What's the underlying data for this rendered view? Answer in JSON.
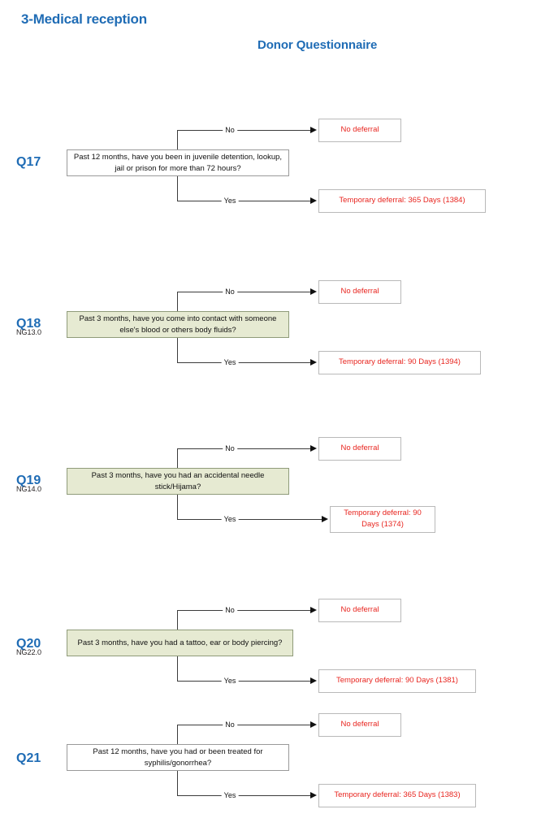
{
  "header": {
    "section_title": "3-Medical reception",
    "document_title": "Donor Questionnaire"
  },
  "edge_labels": {
    "no": "No",
    "yes": "Yes"
  },
  "colors": {
    "title_blue": "#1f6cb5",
    "deferral_red": "#e8251f",
    "question_green": "#e6ead2",
    "connector": "#3b3b3b"
  },
  "questions": [
    {
      "id": "Q17",
      "code": "",
      "text": "Past 12 months, have you been in juvenile detention, lookup, jail or prison for more than 72 hours?",
      "highlighted": false,
      "no_outcome": "No deferral",
      "yes_outcome": "Temporary deferral: 365 Days (1384)"
    },
    {
      "id": "Q18",
      "code": "NG13.0",
      "text": "Past 3 months, have you come into contact with someone else's blood or others body fluids?",
      "highlighted": true,
      "no_outcome": "No deferral",
      "yes_outcome": "Temporary deferral: 90 Days (1394)"
    },
    {
      "id": "Q19",
      "code": "NG14.0",
      "text": "Past 3 months, have you had an accidental needle stick/Hijama?",
      "highlighted": true,
      "no_outcome": "No deferral",
      "yes_outcome": "Temporary deferral: 90 Days (1374)"
    },
    {
      "id": "Q20",
      "code": "NG22.0",
      "text": "Past 3 months, have you had a tattoo, ear or body piercing?",
      "highlighted": true,
      "no_outcome": "No deferral",
      "yes_outcome": "Temporary deferral: 90 Days (1381)"
    },
    {
      "id": "Q21",
      "code": "",
      "text": "Past 12 months, have you had or been treated for syphilis/gonorrhea?",
      "highlighted": false,
      "no_outcome": "No deferral",
      "yes_outcome": "Temporary deferral: 365 Days (1383)"
    }
  ]
}
